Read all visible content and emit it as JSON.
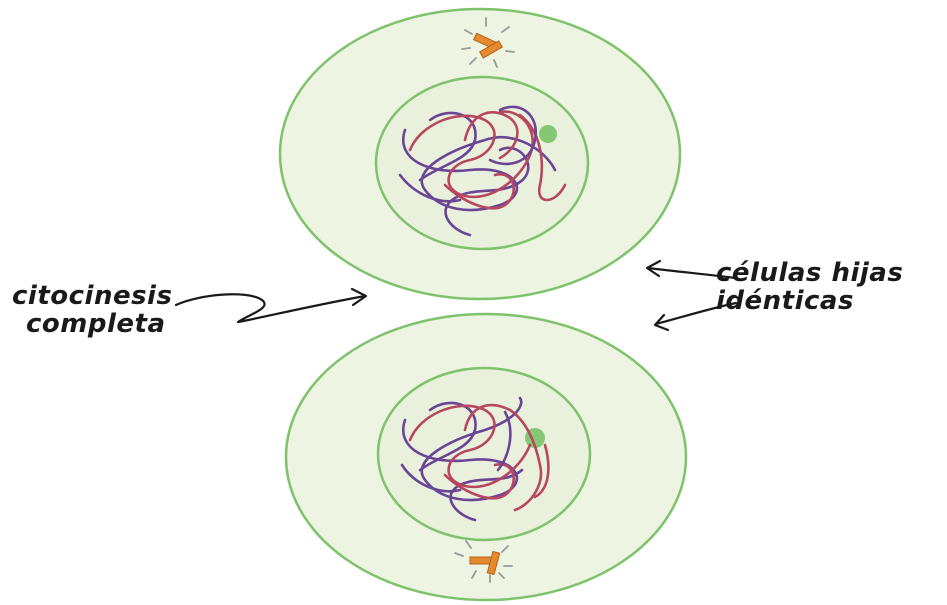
{
  "labels": {
    "left": {
      "line1": "citocinesis",
      "line2": "completa"
    },
    "right": {
      "line1": "células hijas",
      "line2": "idénticas"
    }
  },
  "colors": {
    "cytoplasm": "#eef4e2",
    "membrane": "#7ec36c",
    "nucleus": "#e9f1dc",
    "nucleolus": "#84c873",
    "chromatin_red": "#b7475f",
    "chromatin_purple": "#6a4596",
    "centrosome": "#e58a2f",
    "arrow": "#1a1a1a"
  }
}
